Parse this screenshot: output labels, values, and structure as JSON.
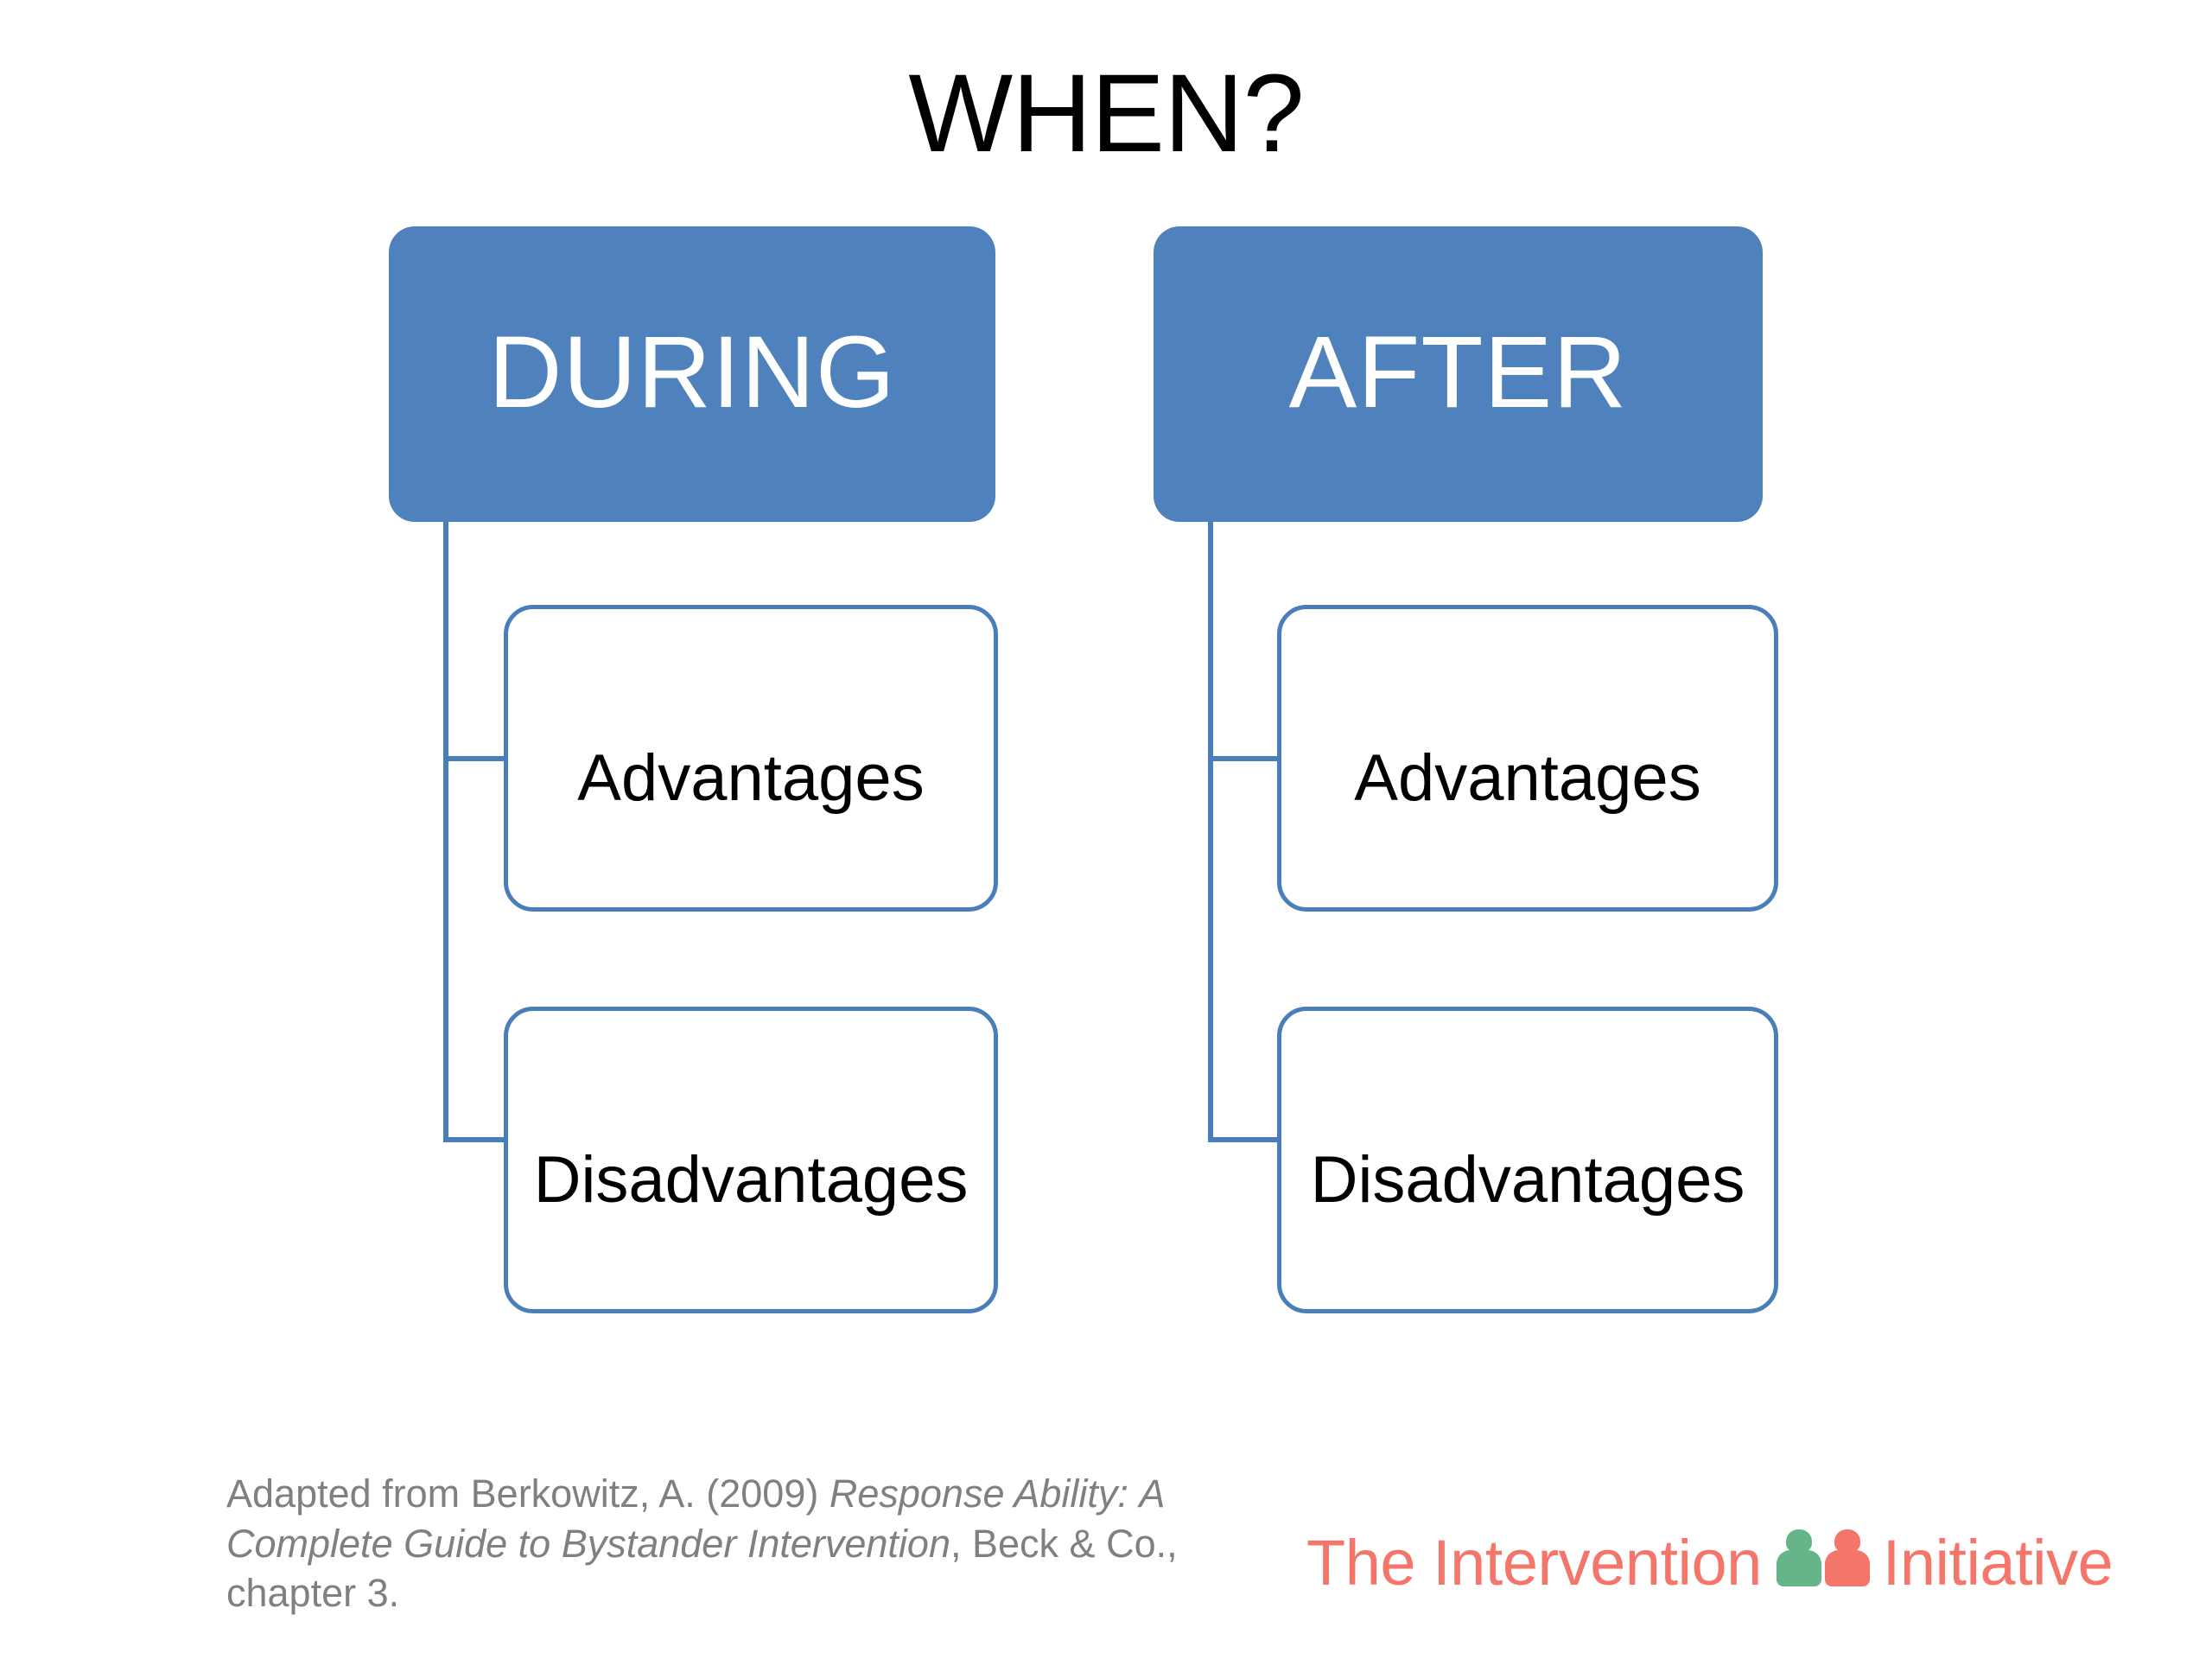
{
  "slide": {
    "title": "WHEN?",
    "background_color": "#FFFFFF"
  },
  "colors": {
    "header_fill": "#4F81BD",
    "box_border": "#4A7EBB",
    "connector": "#4A7EBB",
    "header_text": "#FFFFFF",
    "leaf_text": "#000000",
    "citation_text": "#808080",
    "logo_salmon": "#F4766A",
    "logo_green": "#66B58A"
  },
  "diagram": {
    "type": "tree",
    "branches": [
      {
        "id": "during",
        "header": "DURING",
        "children": [
          "Advantages",
          "Disadvantages"
        ]
      },
      {
        "id": "after",
        "header": "AFTER",
        "children": [
          "Advantages",
          "Disadvantages"
        ]
      }
    ]
  },
  "citation": {
    "line1_prefix": "Adapted from Berkowitz, A. (2009) ",
    "line1_italic": "Response Ability:",
    "line2_italic": "A Complete Guide to Bystander Intervention",
    "line2_suffix": ", Beck &",
    "line3": "Co., chapter 3."
  },
  "logo": {
    "text_left": "The Intervention",
    "text_right": "Initiative",
    "figure_left_name": "person-green-icon",
    "figure_right_name": "person-salmon-icon"
  }
}
